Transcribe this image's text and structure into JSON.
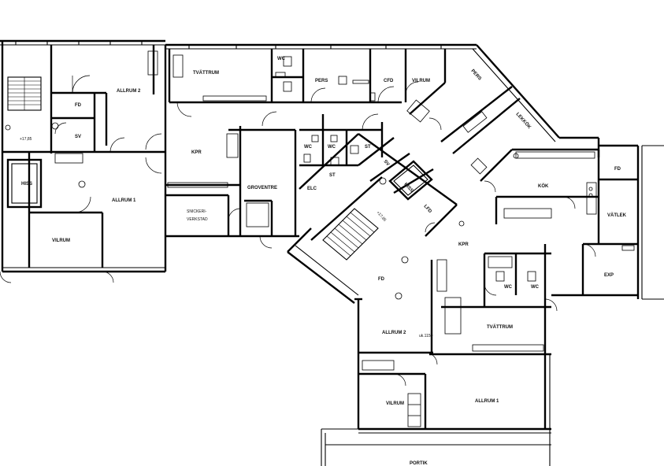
{
  "rooms": {
    "allrum2_west": "ALLRUM 2",
    "fd_west": "FD",
    "sv_west": "SV",
    "level_west": "+17,85",
    "hiss_west": "HISS",
    "allrum1_west": "ALLRUM 1",
    "vilrum_west": "VILRUM",
    "tvattrum_north": "TVÄTTRUM",
    "wc_north": "WC",
    "pers_north": "PERS",
    "cfd": "CFD",
    "vilrum_north": "VILRUM",
    "pers_ne": "PERS",
    "lekkok": "LEKKÖK",
    "kpr_center": "KPR",
    "wc_center_a": "WC",
    "wc_center_b": "WC",
    "st_center_a": "ST",
    "st_center_b": "ST",
    "grovent": "GROVENTRE",
    "elc": "ELC",
    "snickeri_1": "SNICKERI-",
    "snickeri_2": "VERKSTAD",
    "sv_diag": "SV",
    "hiss_diag": "HISS",
    "lfd": "LFD",
    "level_diag": "+17,85",
    "kok": "KÖK",
    "fd_east": "FD",
    "vatlek": "VÄTLEK",
    "exp": "EXP",
    "kpr_east": "KPR",
    "fd_south": "FD",
    "wc_south_a": "WC",
    "wc_south_b": "WC",
    "allrum2_south": "ALLRUM 2",
    "level_south": "uk.1150",
    "tvattrum_south": "TVÄTTRUM",
    "vilrum_south": "VILRUM",
    "allrum1_south": "ALLRUM 1",
    "portik": "PORTIK"
  }
}
